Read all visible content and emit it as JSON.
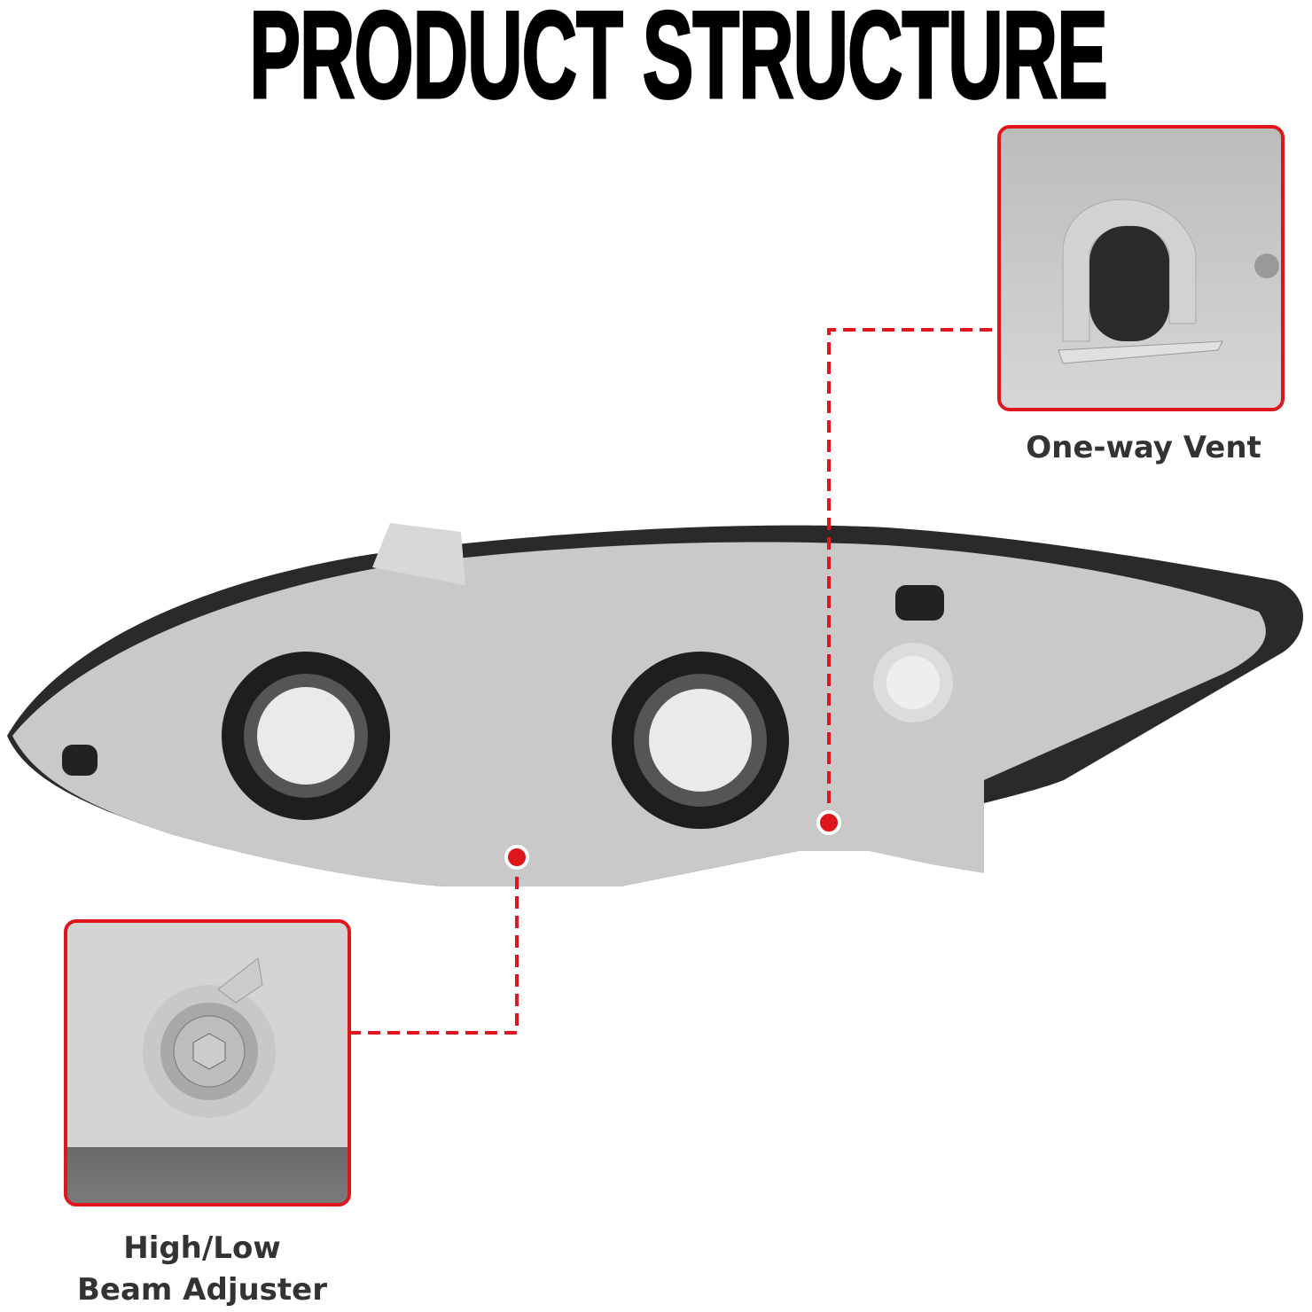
{
  "title": "PRODUCT STRUCTURE",
  "callouts": [
    {
      "label": "One-way Vent"
    },
    {
      "label_line1": "High/Low",
      "label_line2": "Beam Adjuster"
    }
  ],
  "colors": {
    "accent": "#e0161d",
    "text": "#333333"
  }
}
